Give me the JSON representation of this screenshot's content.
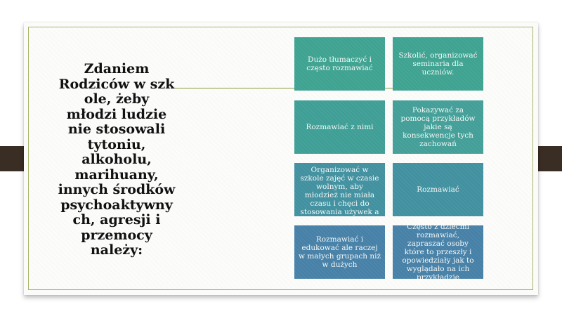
{
  "slide": {
    "title": "Zdaniem\nRodziców w szk\nole, żeby\nmłodzi ludzie\nnie stosowali\ntytoniu,\nalkoholu,\nmarihuany,\ninnych środków\npsychoaktywny\nch, agresji i\nprzemocy\nnależy:",
    "boxes": [
      {
        "text": "Dużo tłumaczyć i często rozmawiać"
      },
      {
        "text": "Szkolić, organizować seminaria dla uczniów."
      },
      {
        "text": "Rozmawiać z nimi"
      },
      {
        "text": "Pokazywać za pomocą przykładów jakie są konsekwencje tych zachowań"
      },
      {
        "text": "Organizować w szkole zajęć w czasie wolnym, aby młodzież nie miała czasu i chęci do stosowania używek a także mogła rozładować negatywne emocje np. w zajęciach sportowych"
      },
      {
        "text": "Rozmawiać"
      },
      {
        "text": "Rozmawiać i edukować ale raczej w małych grupach niż w dużych"
      },
      {
        "text": "Często z dziećmi rozmawiać, zapraszać osoby które to przeszły i opowiedziały jak to wyglądało na ich przykładzie"
      }
    ]
  },
  "colors": {
    "frame": "#a8b56a",
    "divider": "#8a9a3c",
    "tab": "#3a2e24",
    "box_top": "#3fa392",
    "box_bottom": "#4781a8"
  }
}
